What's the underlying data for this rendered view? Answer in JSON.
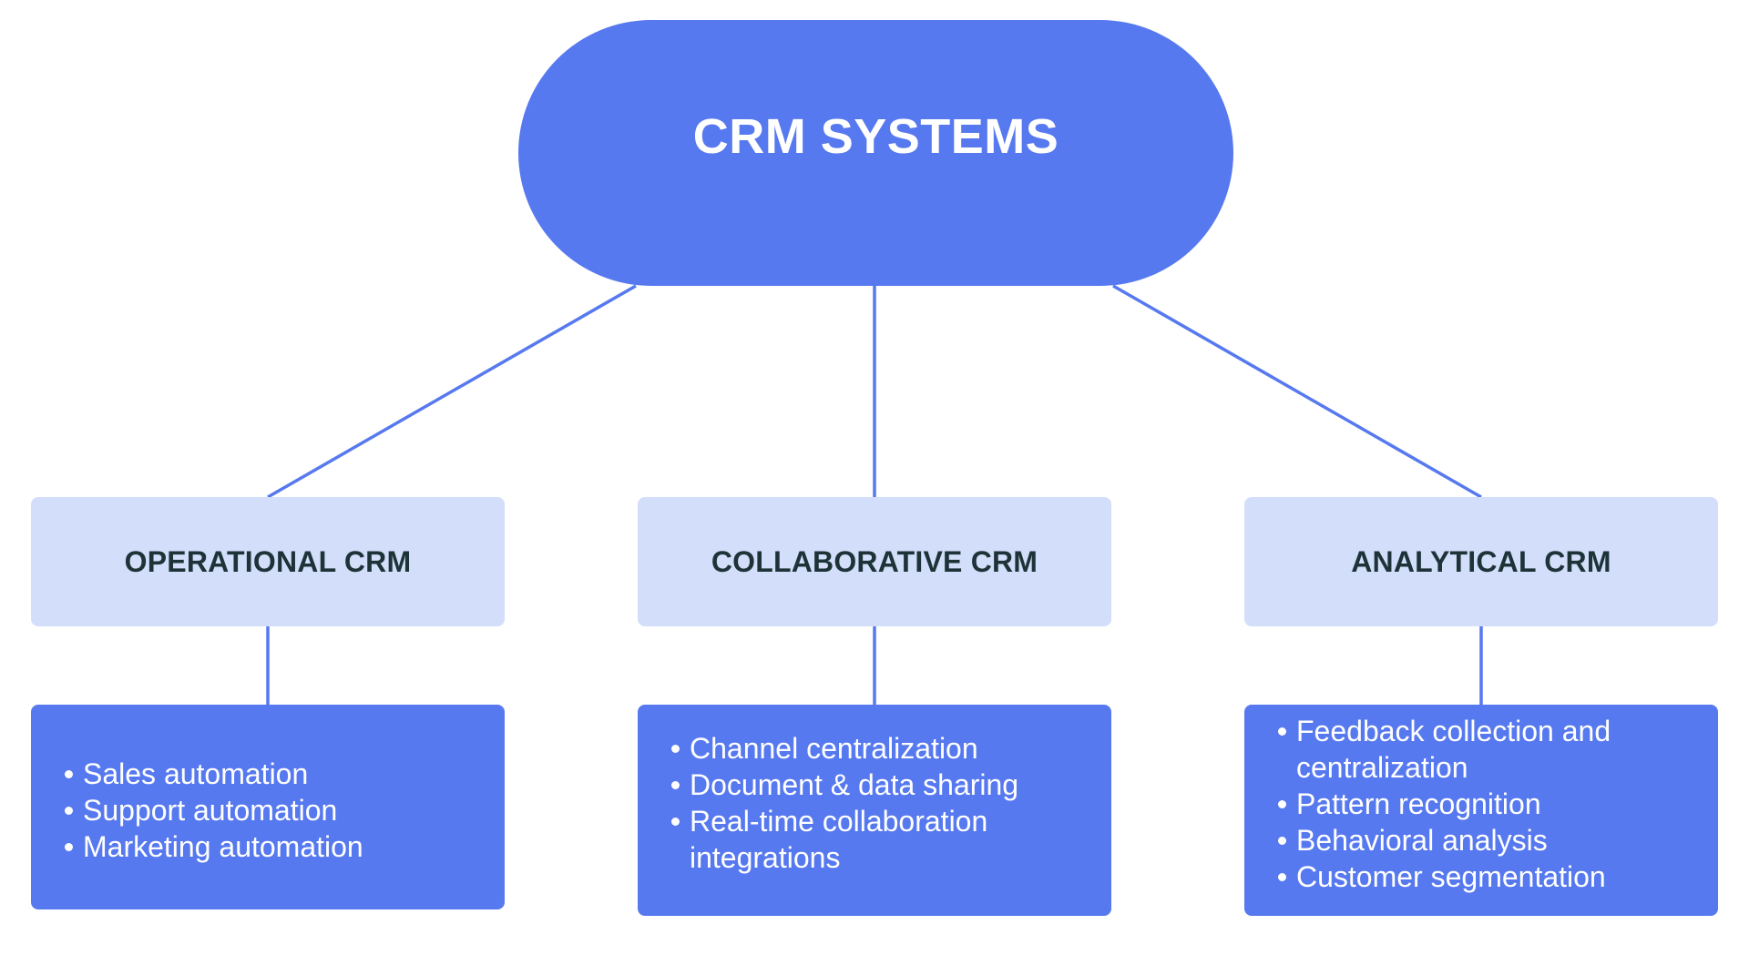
{
  "root": {
    "title": "CRM SYSTEMS",
    "color": "#5779ef"
  },
  "categories": [
    {
      "label": "OPERATIONAL CRM",
      "items": [
        "Sales automation",
        "Support automation",
        "Marketing automation"
      ]
    },
    {
      "label": "COLLABORATIVE CRM",
      "items": [
        "Channel centralization",
        "Document & data sharing",
        "Real-time collaboration integrations"
      ]
    },
    {
      "label": "ANALYTICAL CRM",
      "items": [
        "Feedback collection and centralization",
        "Pattern recognition",
        "Behavioral analysis",
        "Customer segmentation"
      ]
    }
  ],
  "colors": {
    "primary": "#5779ef",
    "category_fill": "#d3defa",
    "category_text": "#1d3338",
    "connector": "#5779ef"
  }
}
